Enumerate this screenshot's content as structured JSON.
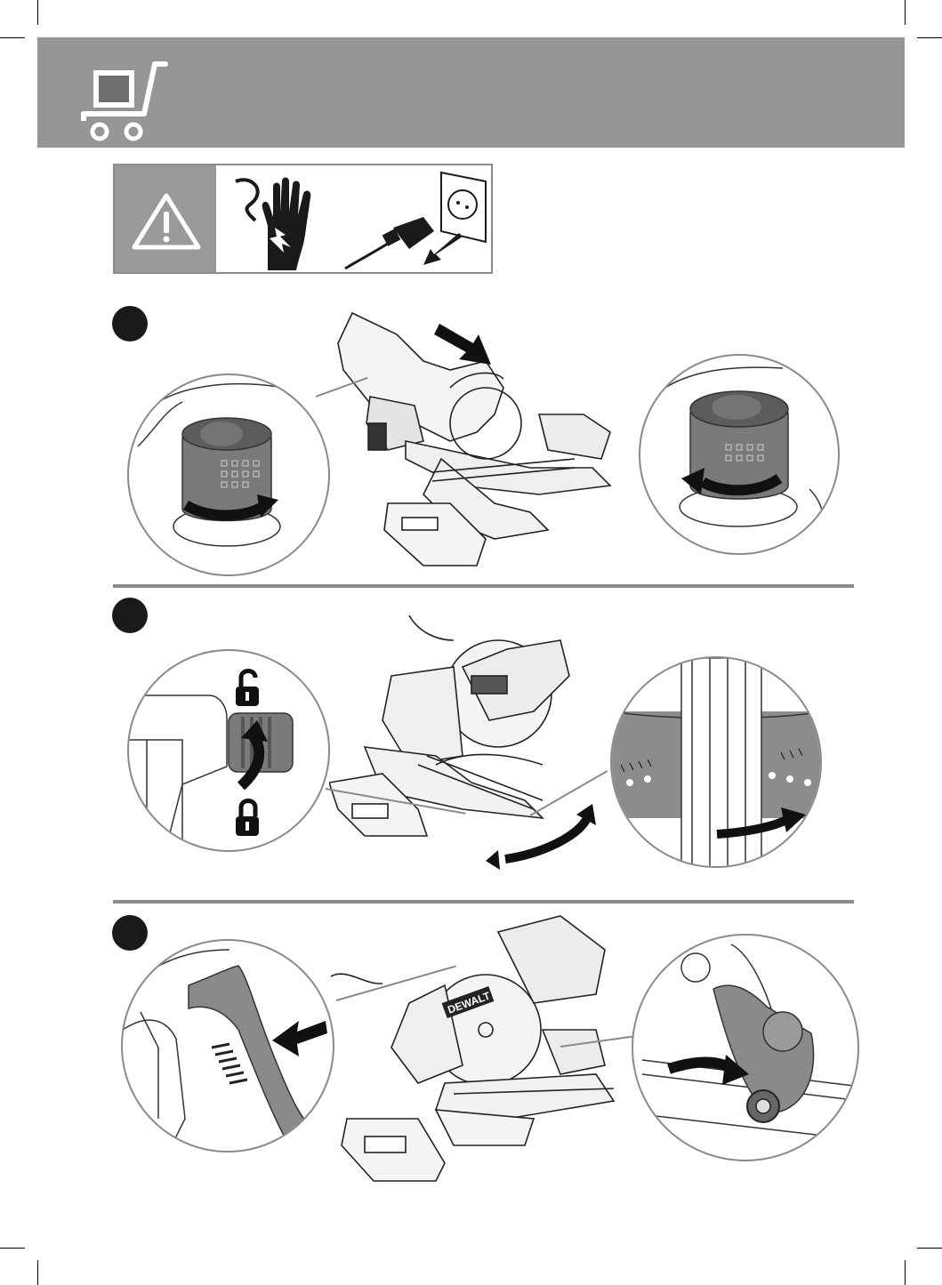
{
  "page": {
    "background": "#ffffff",
    "header_color": "#969696",
    "panel_grey": "#9a9a9a",
    "rule_color": "#8a8a8a"
  },
  "header": {
    "icon": "cart-icon"
  },
  "warning": {
    "icons": [
      "warning-triangle-icon",
      "electric-shock-hand-icon",
      "unplug-power-icon"
    ]
  },
  "steps": [
    {
      "icon": "step-dot",
      "detail_icons": [
        "rotate-clockwise-arrow-icon",
        "rotate-counterclockwise-arrow-icon",
        "push-arrow-icon"
      ]
    },
    {
      "icon": "step-dot",
      "detail_icons": [
        "unlock-icon",
        "lock-icon",
        "swing-arrow-icon",
        "curved-arrow-icon"
      ]
    },
    {
      "icon": "step-dot",
      "detail_icons": [
        "press-arrow-icon",
        "rotate-arrow-icon"
      ]
    }
  ],
  "brand": {
    "logo_text": "DEWALT"
  }
}
